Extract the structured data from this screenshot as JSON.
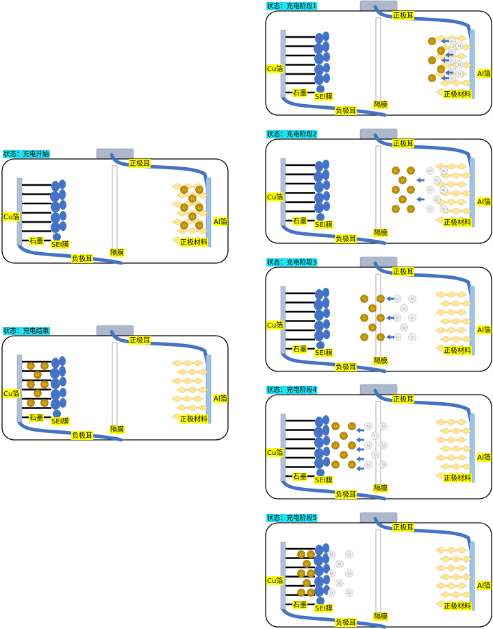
{
  "labels": {
    "cu_foil": "Cu箔",
    "graphite": "石墨",
    "sei": "SEI膜",
    "separator": "隔膜",
    "negative_tab": "负极耳",
    "positive_tab": "正极耳",
    "cathode_material": "正极材料",
    "al_foil": "Al箔",
    "li_symbol": "Li"
  },
  "colors": {
    "state_label_bg": "#1fe3f2",
    "label_bg": "#ffff00",
    "tab_wire": "#4472c4",
    "sei_blob": "#4472c4",
    "cu_foil": "#b4c0d6",
    "al_foil": "#9dc3e6",
    "cap": "#adb9ca",
    "cathode_diamond": "#ffe699",
    "li_ion_solid": "#bf9000",
    "li_ion_ghost": "#eeeeee",
    "arrow": "#4472c4"
  },
  "panels": [
    {
      "id": "start",
      "state_label": "状态：充电开始",
      "stage": 0
    },
    {
      "id": "end",
      "state_label": "状态：充电结束",
      "stage": 6
    },
    {
      "id": "stage1",
      "state_label": "状态：充电阶段1",
      "stage": 1
    },
    {
      "id": "stage2",
      "state_label": "状态：充电阶段2",
      "stage": 2
    },
    {
      "id": "stage3",
      "state_label": "状态：充电阶段3",
      "stage": 3
    },
    {
      "id": "stage4",
      "state_label": "状态：充电阶段4",
      "stage": 4
    },
    {
      "id": "stage5",
      "state_label": "状态：充电阶段5",
      "stage": 5
    }
  ]
}
